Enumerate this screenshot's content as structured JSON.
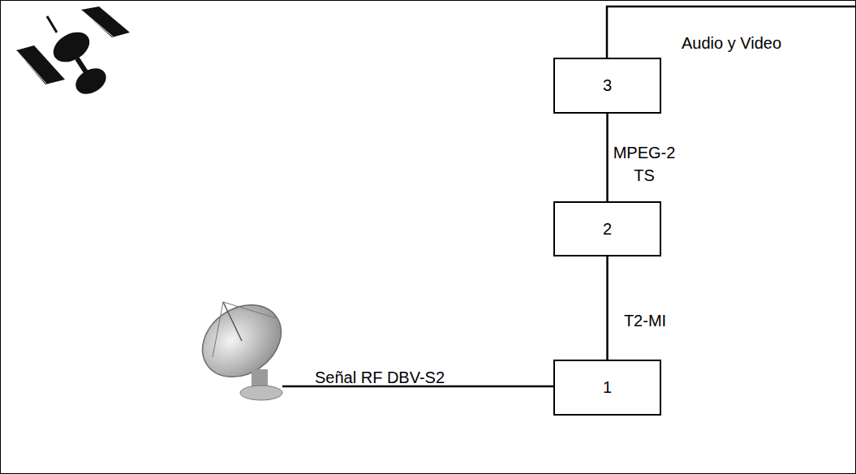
{
  "diagram": {
    "nodes": [
      {
        "text": [
          "1"
        ]
      },
      {
        "text": [
          "2"
        ]
      },
      {
        "text": [
          "3"
        ]
      }
    ],
    "edges": [
      {
        "from": 0,
        "to": 1,
        "arrow": "none",
        "label": "T2-MI"
      },
      {
        "from": 1,
        "to": 2,
        "arrow": "none",
        "label": "MPEG-2 TS"
      }
    ],
    "labels": [
      "Señal RF DBV-S2",
      "Audio y Video"
    ]
  }
}
